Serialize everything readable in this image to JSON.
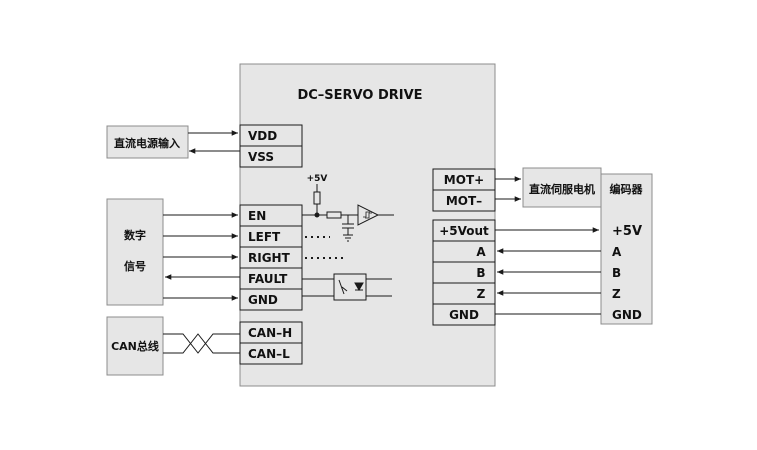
{
  "drive": {
    "title": "DC–SERVO DRIVE"
  },
  "power": {
    "source_label": "直流电源输入",
    "pins": [
      "VDD",
      "VSS"
    ]
  },
  "digital": {
    "label_lines": [
      "数字",
      "信号"
    ],
    "pins": [
      "EN",
      "LEFT",
      "RIGHT",
      "FAULT",
      "GND"
    ]
  },
  "circuit": {
    "supply_label": "+5V"
  },
  "can": {
    "label": "CAN总线",
    "pins": [
      "CAN–H",
      "CAN–L"
    ]
  },
  "motor": {
    "pins": [
      "MOT+",
      "MOT–"
    ],
    "label": "直流伺服电机"
  },
  "encoder": {
    "label": "编码器",
    "drive_pins": [
      "+5Vout",
      "A",
      "B",
      "Z",
      "GND"
    ],
    "pins": [
      "+5V",
      "A",
      "B",
      "Z",
      "GND"
    ]
  },
  "colors": {
    "box_fill": "#e6e6e6",
    "line": "#1a1a1a",
    "outline": "#8c8c8c"
  }
}
